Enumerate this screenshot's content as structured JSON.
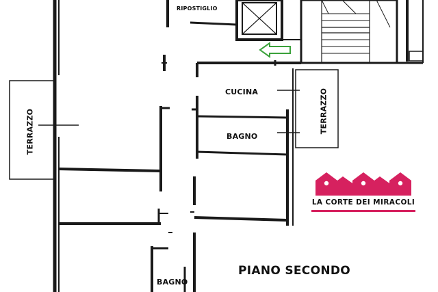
{
  "rooms": {
    "ripostiglio": "RIPOSTIGLIO",
    "cucina": "CUCINA",
    "bagno_top": "BAGNO",
    "bagno_bottom": "BAGNO",
    "terrazzo_left": "TERRAZZO",
    "terrazzo_right": "TERRAZZO"
  },
  "floor_title": "PIANO SECONDO",
  "logo": {
    "text": "LA CORTE DEI MIRACOLI",
    "color": "#d6215f"
  },
  "entrance_arrow_color": "#3aa13a",
  "entrance_arrow_direction": "left"
}
